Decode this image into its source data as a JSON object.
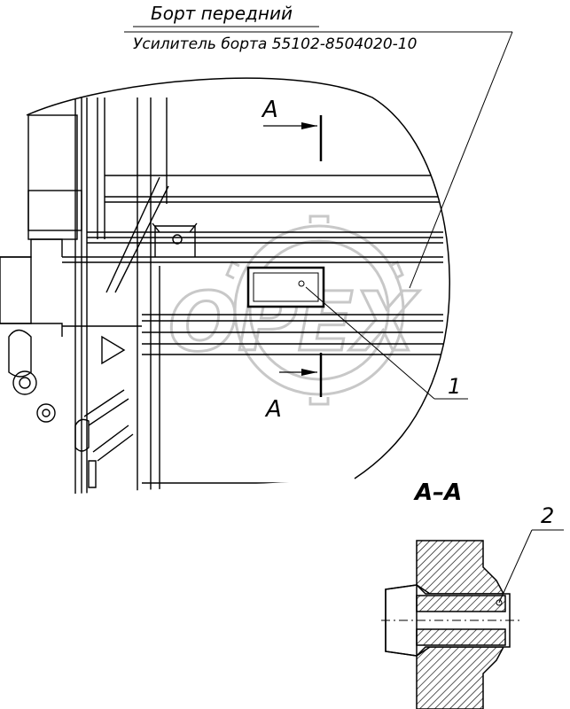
{
  "title": "Борт передний",
  "subtitle": "Усилитель борта 55102-8504020-10",
  "section_marker_top": "A",
  "section_marker_bottom": "A",
  "callout_1": "1",
  "callout_2": "2",
  "section_label": "A–A",
  "watermark": "OPEX",
  "colors": {
    "line": "#000000",
    "watermark": "#cfcfcf",
    "background": "#ffffff"
  }
}
